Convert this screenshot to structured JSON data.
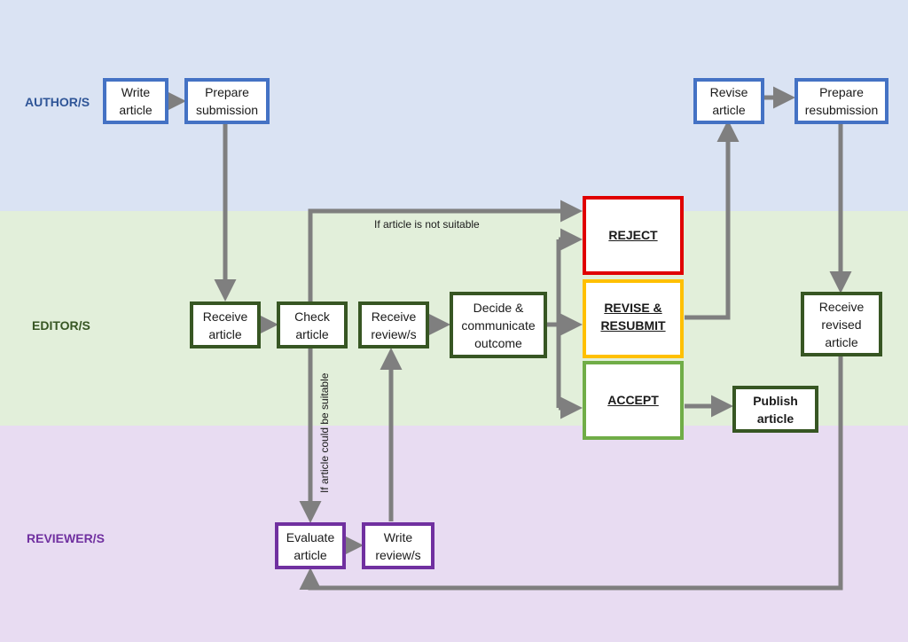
{
  "colors": {
    "author_band": "#dae3f3",
    "editor_band": "#e2efda",
    "reviewer_band": "#e8dcf2",
    "author_border": "#4472c4",
    "editor_border": "#375623",
    "reviewer_border": "#7030a0",
    "reject_border": "#e00000",
    "revise_border": "#ffc000",
    "accept_border": "#70ad47",
    "arrow": "#7f7f7f"
  },
  "lanes": {
    "author": "AUTHOR/S",
    "editor": "EDITOR/S",
    "reviewer": "REVIEWER/S"
  },
  "nodes": {
    "write_article": "Write\narticle",
    "prepare_submission": "Prepare\nsubmission",
    "revise_article": "Revise\narticle",
    "prepare_resubmission": "Prepare\nresubmission",
    "receive_article": "Receive\narticle",
    "check_article": "Check\narticle",
    "receive_reviews": "Receive\nreview/s",
    "decide": "Decide &\ncommunicate\noutcome",
    "reject": "REJECT",
    "revise_resubmit": "REVISE &\nRESUBMIT",
    "accept": "ACCEPT",
    "publish": "Publish\narticle",
    "receive_revised": "Receive\nrevised\narticle",
    "evaluate": "Evaluate\narticle",
    "write_reviews": "Write\nreview/s"
  },
  "annotations": {
    "not_suitable": "If article is not suitable",
    "could_be_suitable": "If article could be suitable"
  }
}
